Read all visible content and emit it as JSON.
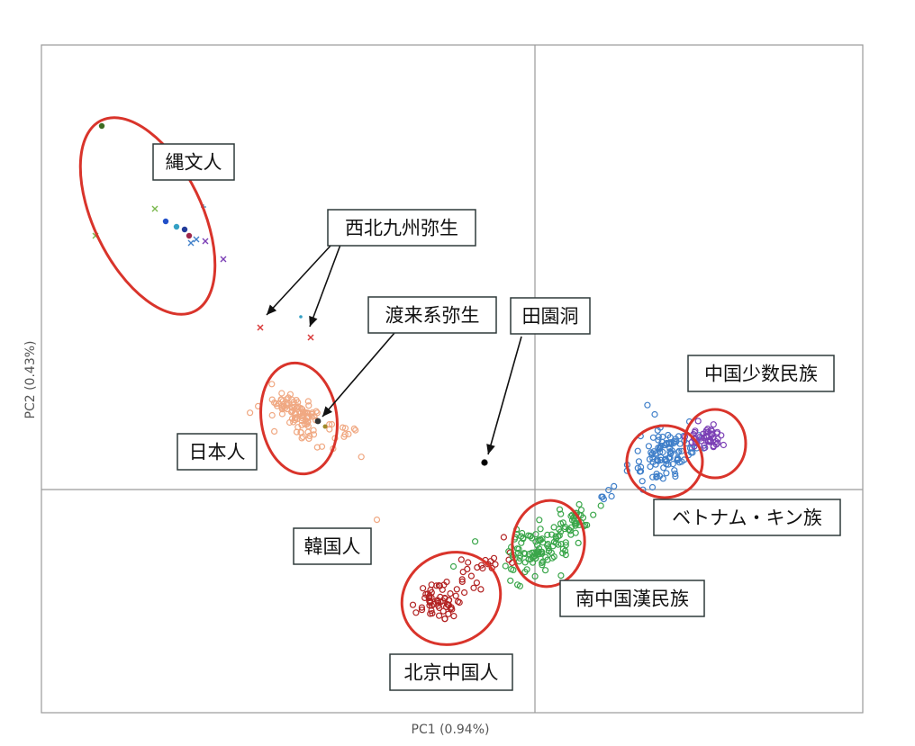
{
  "chart_data": {
    "type": "scatter",
    "title": "",
    "xlabel": "PC1 (0.94%)",
    "ylabel": "PC2 (0.43%)",
    "origin_lines": true,
    "colors": {
      "jomon": "#5a7f2a",
      "japanese": "#f0a882",
      "korean": "#f0a882",
      "beijing": "#b22222",
      "south_han": "#3aa64a",
      "kinh": "#3f7fc9",
      "minority": "#7b3fb5",
      "nw_kyushu_yayoi": "#d93b3b",
      "toraikei_yayoi": "#333333",
      "tianyuan": "#000000",
      "ellipse": "#d9342b"
    },
    "groups": [
      {
        "name": "縄文人",
        "key": "jomon"
      },
      {
        "name": "西北九州弥生",
        "key": "nw_kyushu_yayoi"
      },
      {
        "name": "渡来系弥生",
        "key": "toraikei_yayoi"
      },
      {
        "name": "田園洞",
        "key": "tianyuan"
      },
      {
        "name": "日本人",
        "key": "japanese"
      },
      {
        "name": "韓国人",
        "key": "korean"
      },
      {
        "name": "北京中国人",
        "key": "beijing"
      },
      {
        "name": "南中国漢民族",
        "key": "south_han"
      },
      {
        "name": "ベトナム・キン族",
        "key": "kinh"
      },
      {
        "name": "中国少数民族",
        "key": "minority"
      }
    ]
  }
}
